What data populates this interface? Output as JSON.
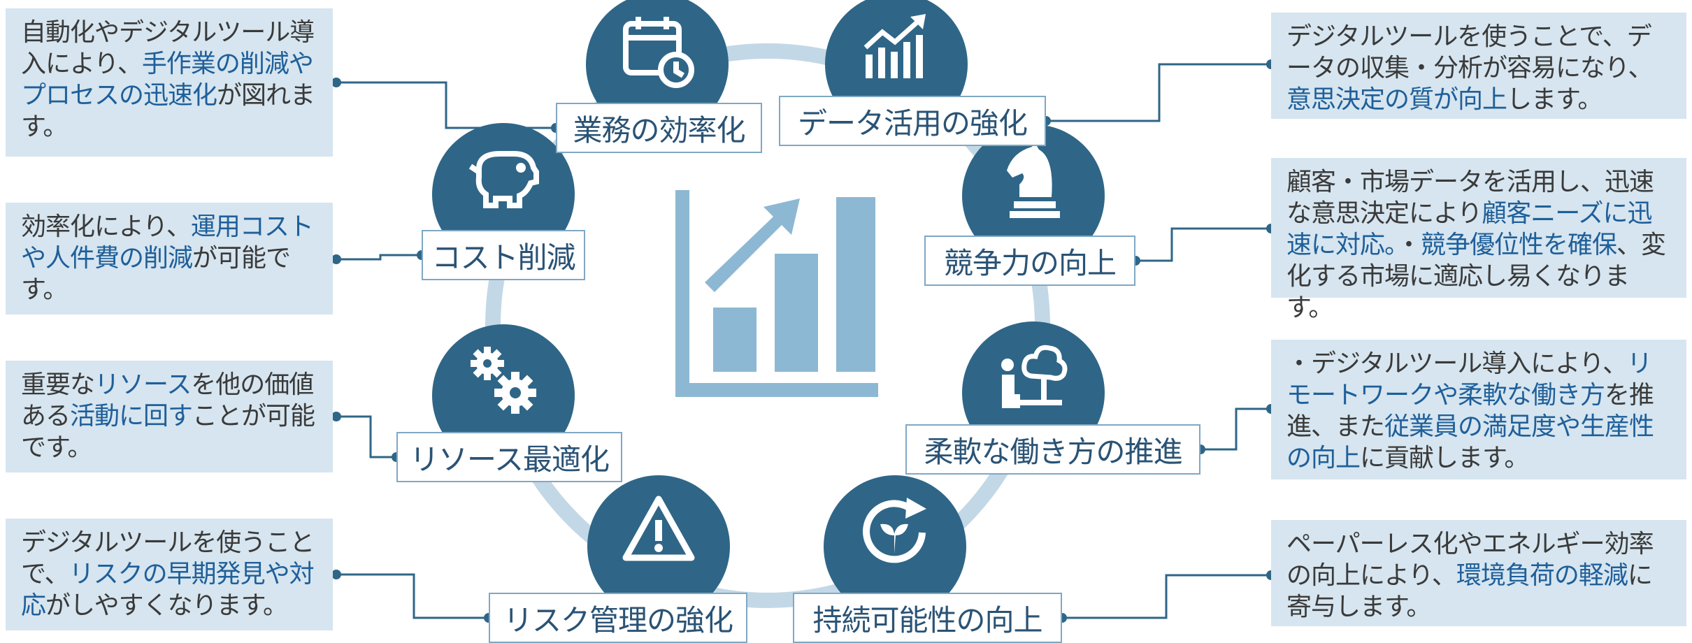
{
  "items": [
    {
      "label": "業務の効率化",
      "icon": "calendar-clock-icon",
      "desc": [
        {
          "t": "自動化やデジタルツール導入により、",
          "hl": false
        },
        {
          "t": "手作業の削減やプロセスの迅速化",
          "hl": true
        },
        {
          "t": "が図れます。",
          "hl": false
        }
      ]
    },
    {
      "label": "データ活用の強化",
      "icon": "bar-chart-trend-icon",
      "desc": [
        {
          "t": "デジタルツールを使うことで、データの収集・分析が容易になり、",
          "hl": false
        },
        {
          "t": "意思決定の質が向上",
          "hl": true
        },
        {
          "t": "します。",
          "hl": false
        }
      ]
    },
    {
      "label": "コスト削減",
      "icon": "piggy-bank-icon",
      "desc": [
        {
          "t": "効率化により、",
          "hl": false
        },
        {
          "t": "運用コストや人件費の削減",
          "hl": true
        },
        {
          "t": "が可能です。",
          "hl": false
        }
      ]
    },
    {
      "label": "競争力の向上",
      "icon": "chess-knight-icon",
      "desc": [
        {
          "t": "顧客・市場データを活用し、迅速な意思決定により",
          "hl": false
        },
        {
          "t": "顧客ニーズに迅速に対応。",
          "hl": true
        },
        {
          "t": "・",
          "hl": false
        },
        {
          "t": "競争優位性を確保",
          "hl": true
        },
        {
          "t": "、変化する市場に適応し易くなります。",
          "hl": false
        }
      ]
    },
    {
      "label": "リソース最適化",
      "icon": "gears-icon",
      "desc": [
        {
          "t": "重要な",
          "hl": false
        },
        {
          "t": "リソース",
          "hl": true
        },
        {
          "t": "を他の価値ある",
          "hl": false
        },
        {
          "t": "活動に回す",
          "hl": true
        },
        {
          "t": "ことが可能です。",
          "hl": false
        }
      ]
    },
    {
      "label": "柔軟な働き方の推進",
      "icon": "person-tree-bench-icon",
      "desc": [
        {
          "t": "・デジタルツール導入により、",
          "hl": false
        },
        {
          "t": "リモートワークや柔軟な働き方",
          "hl": true
        },
        {
          "t": "を推進、また",
          "hl": false
        },
        {
          "t": "従業員の満足度や生産性の向上",
          "hl": true
        },
        {
          "t": "に貢献します。",
          "hl": false
        }
      ]
    },
    {
      "label": "リスク管理の強化",
      "icon": "warning-triangle-icon",
      "desc": [
        {
          "t": "デジタルツールを使うことで、",
          "hl": false
        },
        {
          "t": "リスクの早期発見や対応",
          "hl": true
        },
        {
          "t": "がしやすくなります。",
          "hl": false
        }
      ]
    },
    {
      "label": "持続可能性の向上",
      "icon": "recycle-leaf-icon",
      "desc": [
        {
          "t": "ペーパーレス化やエネルギー効率の向上により、",
          "hl": false
        },
        {
          "t": "環境負荷の軽減",
          "hl": true
        },
        {
          "t": "に寄与します。",
          "hl": false
        }
      ]
    }
  ],
  "center_icon": "growth-bar-chart-icon",
  "colors": {
    "circle": "#2f6687",
    "ring": "#c3d8e6",
    "desc_bg": "#d6e5ef",
    "highlight": "#1f5f9a",
    "label_text": "#2a5375",
    "connector": "#2f6687"
  }
}
